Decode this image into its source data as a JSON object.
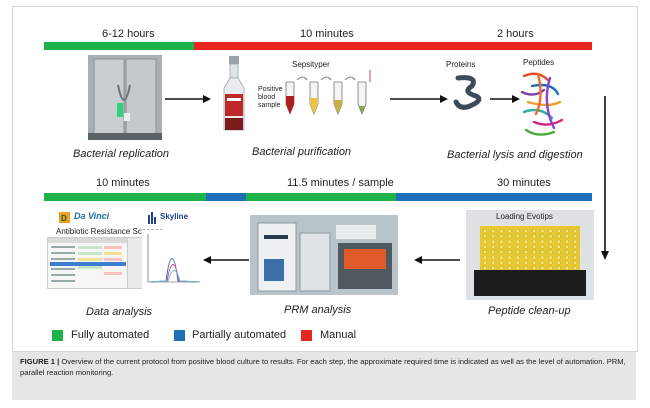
{
  "top_row": {
    "times": [
      "6-12 hours",
      "10 minutes",
      "2 hours"
    ],
    "steps": [
      "Bacterial replication",
      "Bacterial purification",
      "Bacterial lysis and digestion"
    ],
    "sepsityper_label": "Sepsityper",
    "positive_blood_sample_label": "Positive blood sample",
    "proteins_label": "Proteins",
    "peptides_label": "Peptides"
  },
  "bottom_row": {
    "times": [
      "10 minutes",
      "11.5 minutes / sample",
      "30 minutes"
    ],
    "steps": [
      "Data analysis",
      "PRM analysis",
      "Peptide clean-up"
    ],
    "davinci_label": "Da Vinci",
    "skyline_label": "Skyline",
    "abrs_label": "Antibiotic Resistance Scanner",
    "evotips_label": "Loading Evotips"
  },
  "legend": [
    {
      "label": "Fully automated",
      "color": "#1db34a"
    },
    {
      "label": "Partially automated",
      "color": "#1f6fba"
    },
    {
      "label": "Manual",
      "color": "#e8251f"
    }
  ],
  "caption": {
    "label": "FIGURE 1 |",
    "text": " Overview of the current protocol from positive blood culture to results. For each step, the approximate required time is indicated as well as the level of automation. PRM, parallel reaction monitoring."
  }
}
